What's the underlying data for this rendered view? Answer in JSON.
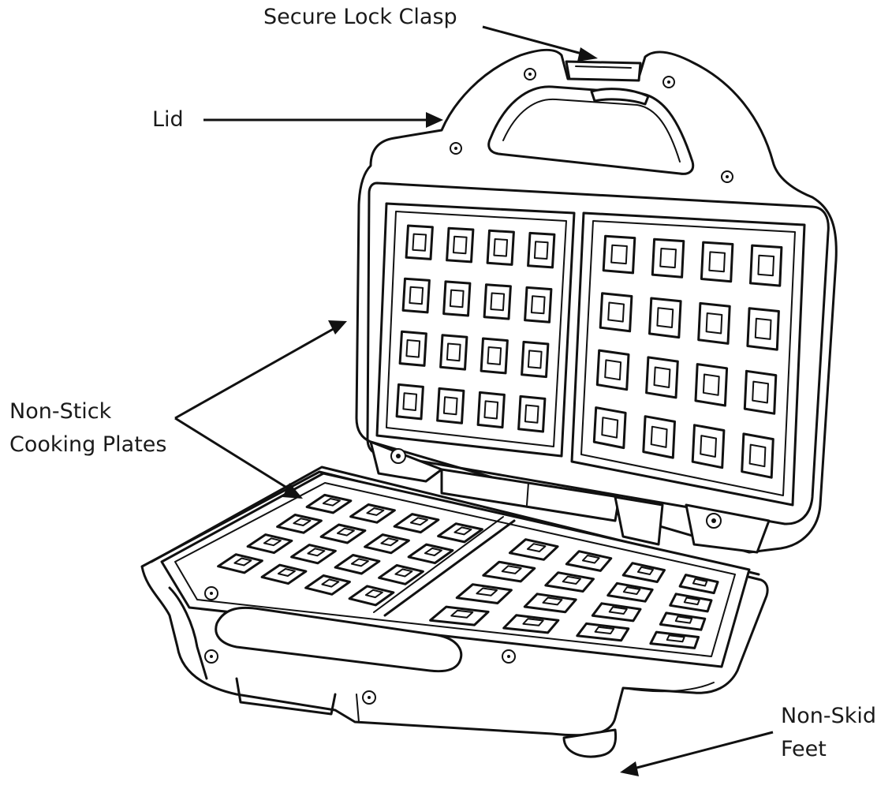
{
  "labels": {
    "clasp": "Secure Lock Clasp",
    "lid": "Lid",
    "plates_line1": "Non-Stick",
    "plates_line2": "Cooking Plates",
    "feet_line1": "Non-Skid",
    "feet_line2": "Feet"
  },
  "colors": {
    "line": "#111111",
    "text": "#1a1a1a",
    "background": "#ffffff"
  }
}
